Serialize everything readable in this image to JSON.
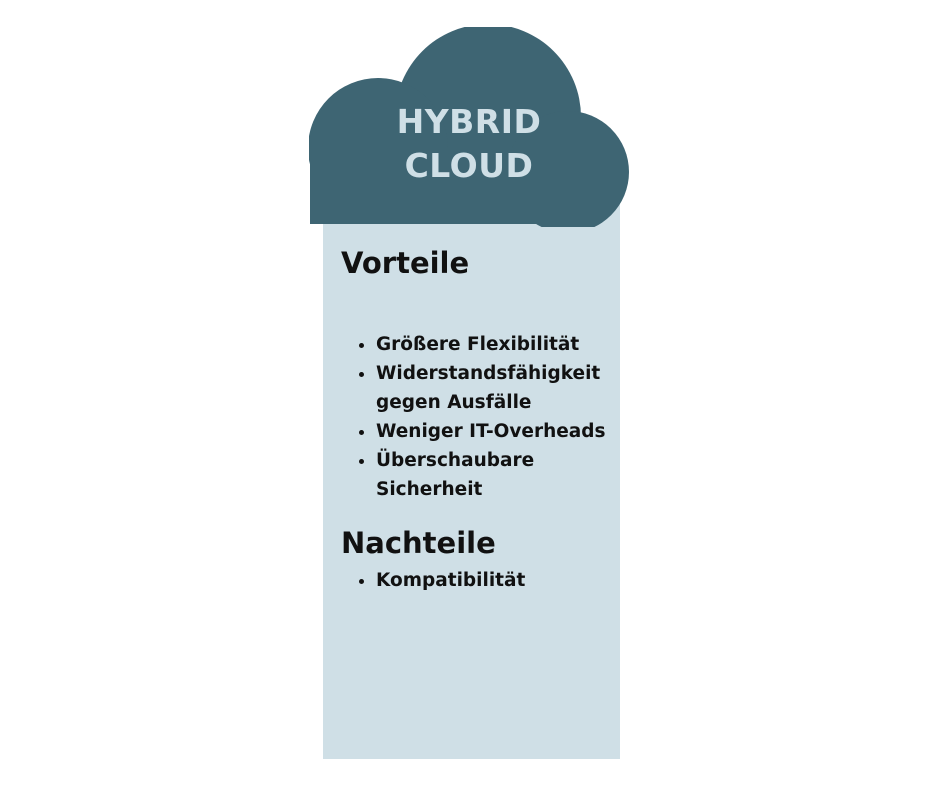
{
  "cloud": {
    "title_line1": "HYBRID",
    "title_line2": "CLOUD",
    "color": "#3e6573",
    "text_color": "#cfdfe6"
  },
  "panel": {
    "background_color": "#cfdfe6"
  },
  "pros": {
    "heading": "Vorteile",
    "items": [
      "Größere Flexibilität",
      "Widerstandsfähigkeit gegen Ausfälle",
      "Weniger IT-Overheads",
      "Überschaubare Sicherheit"
    ]
  },
  "cons": {
    "heading": "Nachteile",
    "items": [
      "Kompatibilität"
    ]
  }
}
